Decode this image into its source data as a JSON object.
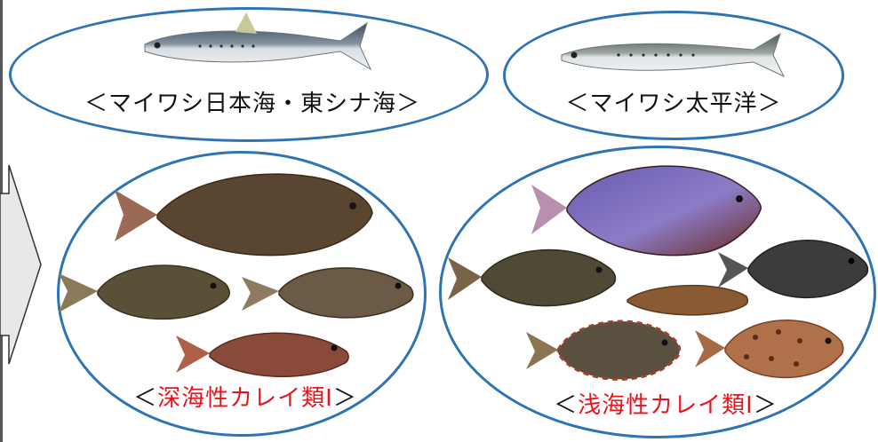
{
  "colors": {
    "ellipse_stroke": "#2e74b5",
    "label_red": "#e8141b",
    "arrow_fill": "#e8e8e8",
    "arrow_stroke": "#333333"
  },
  "groups": [
    {
      "id": "sardine-japan-sea",
      "label_prefix": "＜マイワシ日本海・東シナ海＞",
      "label_highlight": "",
      "label_suffix": ""
    },
    {
      "id": "sardine-pacific",
      "label_prefix": "＜マイワシ太平洋＞",
      "label_highlight": "",
      "label_suffix": ""
    },
    {
      "id": "deep-sea-flatfish",
      "label_prefix": "＜",
      "label_highlight": "深海性カレイ類Ⅰ",
      "label_suffix": "＞"
    },
    {
      "id": "shallow-sea-flatfish",
      "label_prefix": "＜",
      "label_highlight": "浅海性カレイ類Ⅰ",
      "label_suffix": "＞"
    }
  ]
}
